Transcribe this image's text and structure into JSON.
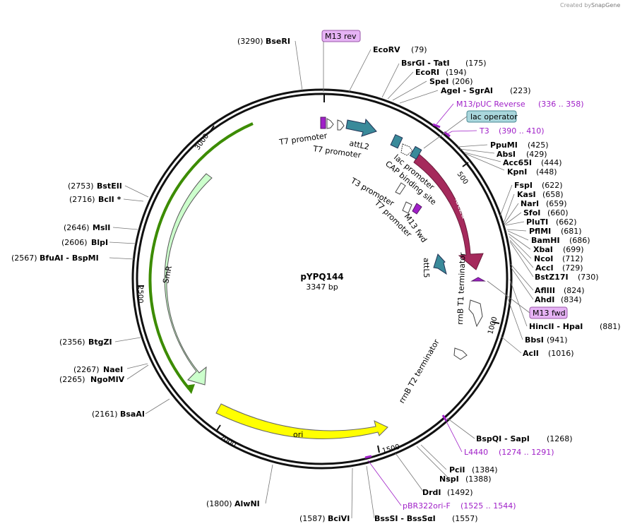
{
  "credit": {
    "created_by": "Created by",
    "brand": "SnapGene"
  },
  "plasmid": {
    "name": "pYPQ144",
    "size": "3347 bp"
  },
  "ticks": [
    "500",
    "1000",
    "1500",
    "2000",
    "2500",
    "3000"
  ],
  "enzymes": [
    {
      "name": "BseRI",
      "pos": "(3290)",
      "side": "left"
    },
    {
      "name": "EcoRV",
      "pos": "(79)",
      "side": "right"
    },
    {
      "name": "BsrGI  - TatI",
      "pos": "(175)",
      "side": "right"
    },
    {
      "name": "EcoRI",
      "pos": "(194)",
      "side": "right"
    },
    {
      "name": "SpeI",
      "pos": "(206)",
      "side": "right"
    },
    {
      "name": "AgeI  - SgrAI",
      "pos": "(223)",
      "side": "right"
    },
    {
      "name": "PpuMI",
      "pos": "(425)",
      "side": "right"
    },
    {
      "name": "AbsI",
      "pos": "(429)",
      "side": "right"
    },
    {
      "name": "Acc65I",
      "pos": "(444)",
      "side": "right"
    },
    {
      "name": "KpnI",
      "pos": "(448)",
      "side": "right"
    },
    {
      "name": "FspI",
      "pos": "(622)",
      "side": "right"
    },
    {
      "name": "KasI",
      "pos": "(658)",
      "side": "right"
    },
    {
      "name": "NarI",
      "pos": "(659)",
      "side": "right"
    },
    {
      "name": "SfoI",
      "pos": "(660)",
      "side": "right"
    },
    {
      "name": "PluTI",
      "pos": "(662)",
      "side": "right"
    },
    {
      "name": "PflMI",
      "pos": "(681)",
      "side": "right"
    },
    {
      "name": "BamHI",
      "pos": "(686)",
      "side": "right"
    },
    {
      "name": "XbaI",
      "pos": "(699)",
      "side": "right"
    },
    {
      "name": "NcoI",
      "pos": "(712)",
      "side": "right"
    },
    {
      "name": "AccI",
      "pos": "(729)",
      "side": "right"
    },
    {
      "name": "BstZ17I",
      "pos": "(730)",
      "side": "right"
    },
    {
      "name": "AflIII",
      "pos": "(824)",
      "side": "right"
    },
    {
      "name": "AhdI",
      "pos": "(834)",
      "side": "right"
    },
    {
      "name": "HincII  - HpaI",
      "pos": "(881)",
      "side": "right"
    },
    {
      "name": "BbsI",
      "pos": "(941)",
      "side": "right"
    },
    {
      "name": "AclI",
      "pos": "(1016)",
      "side": "right"
    },
    {
      "name": "BspQI  - SapI",
      "pos": "(1268)",
      "side": "right"
    },
    {
      "name": "PciI",
      "pos": "(1384)",
      "side": "right"
    },
    {
      "name": "NspI",
      "pos": "(1388)",
      "side": "right"
    },
    {
      "name": "DrdI",
      "pos": "(1492)",
      "side": "right"
    },
    {
      "name": "BssSI  - BssSαI",
      "pos": "(1557)",
      "side": "right"
    },
    {
      "name": "BciVI",
      "pos": "(1587)",
      "side": "left"
    },
    {
      "name": "AlwNI",
      "pos": "(1800)",
      "side": "left"
    },
    {
      "name": "BsaAI",
      "pos": "(2161)",
      "side": "left"
    },
    {
      "name": "NaeI",
      "pos": "(2267)",
      "side": "left"
    },
    {
      "name": "NgoMIV",
      "pos": "(2265)",
      "side": "left"
    },
    {
      "name": "BtgZI",
      "pos": "(2356)",
      "side": "left"
    },
    {
      "name": "BfuAI  - BspMI",
      "pos": "(2567)",
      "side": "left"
    },
    {
      "name": "BlpI",
      "pos": "(2606)",
      "side": "left"
    },
    {
      "name": "MslI",
      "pos": "(2646)",
      "side": "left"
    },
    {
      "name": "BclI *",
      "pos": "(2716)",
      "side": "left"
    },
    {
      "name": "BstEII",
      "pos": "(2753)",
      "side": "left"
    }
  ],
  "primers": [
    {
      "name": "M13/pUC Reverse",
      "range": "(336 .. 358)"
    },
    {
      "name": "T3",
      "range": "(390 .. 410)"
    },
    {
      "name": "L4440",
      "range": "(1274 .. 1291)"
    },
    {
      "name": "pBR322ori-F",
      "range": "(1525 .. 1544)"
    }
  ],
  "boxed_labels": [
    {
      "name": "M13 rev",
      "color": "#e6b3f5"
    },
    {
      "name": "lac operator",
      "color": "#a9d6dc"
    },
    {
      "name": "M13 fwd",
      "color": "#e6b3f5"
    }
  ],
  "features": [
    {
      "name": "T7 promoter"
    },
    {
      "name": "T7 promoter"
    },
    {
      "name": "attL2"
    },
    {
      "name": "lac promoter"
    },
    {
      "name": "CAP binding site"
    },
    {
      "name": "T3 promoter"
    },
    {
      "name": "T7 promoter"
    },
    {
      "name": "M13 fwd"
    },
    {
      "name": "lacZα"
    },
    {
      "name": "attL5"
    },
    {
      "name": "rrnB T1 terminator"
    },
    {
      "name": "rrnB T2 terminator"
    },
    {
      "name": "ori"
    },
    {
      "name": "SmR"
    }
  ],
  "colors": {
    "lacZ": "#a52a5c",
    "att": "#3a8a9a",
    "primer": "#a020c8",
    "ori": "#ffff00",
    "smr_fill": "#ccffcc",
    "smr_outline": "#3c8c00"
  }
}
